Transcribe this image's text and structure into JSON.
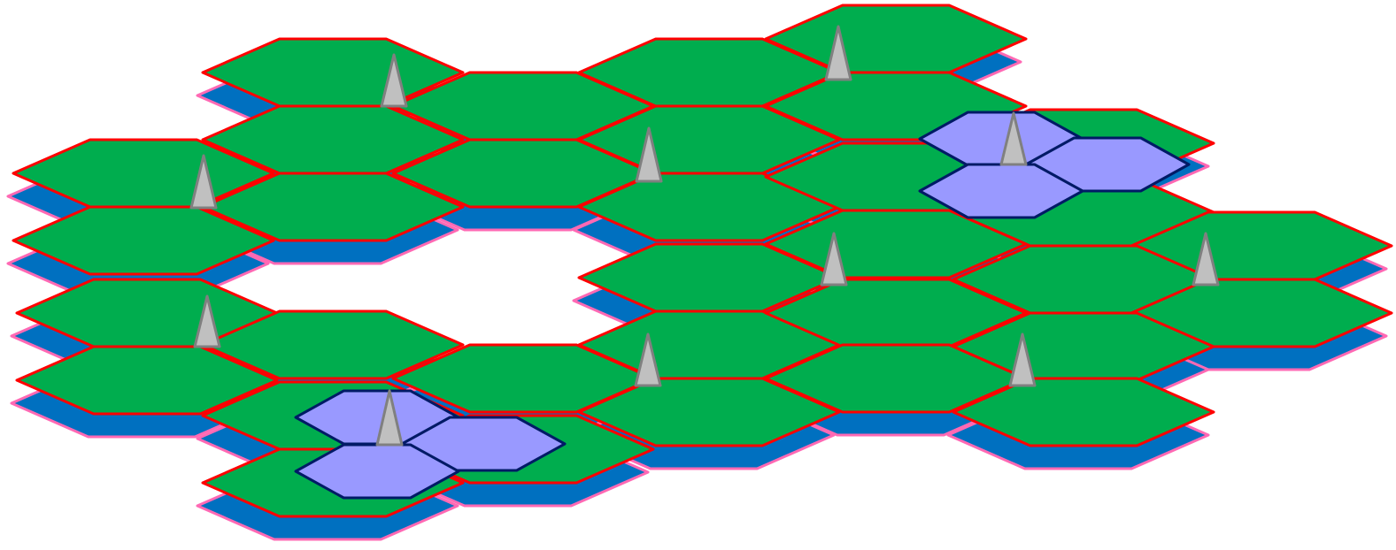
{
  "colors": {
    "tile_top": "#00ad4e",
    "tile_top_border": "#ff0000",
    "tile_base": "#0070c0",
    "tile_base_border": "#ff69b4",
    "overlay_fill": "#9999ff",
    "overlay_border": "#001a66",
    "spike_fill": "#c0c0c0",
    "spike_border": "#808080"
  },
  "layout": {
    "tiles_in_image": 33,
    "overlay_hex_groups": 2,
    "overlay_hexes_per_group": 3,
    "spike_markers": 11
  }
}
